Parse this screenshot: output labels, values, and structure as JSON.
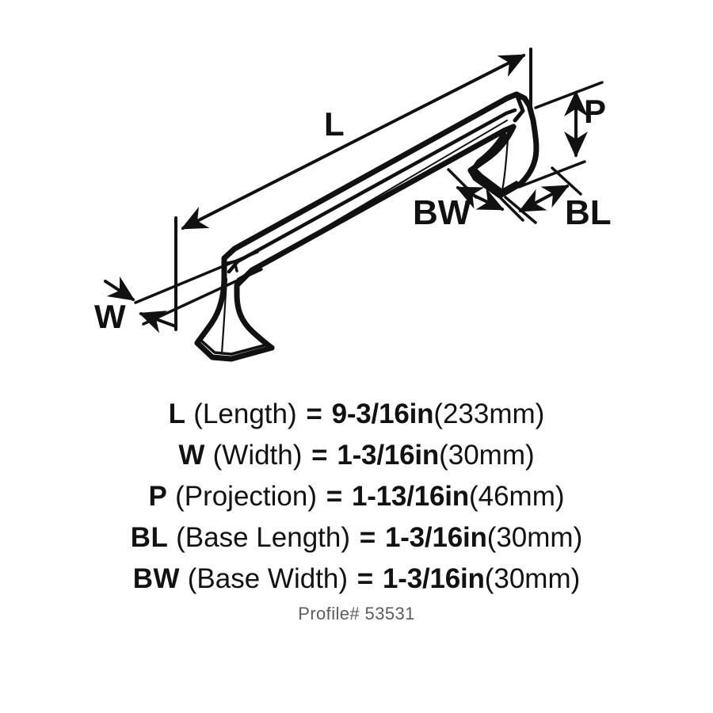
{
  "background_color": "#ffffff",
  "line_color": "#111111",
  "text_color": "#121212",
  "muted_text_color": "#5d5d5d",
  "drawing": {
    "subject": "cabinet-pull-handle",
    "view": "3d-perspective-line-drawing",
    "dimension_labels": {
      "length": "L",
      "width": "W",
      "projection": "P",
      "base_width": "BW",
      "base_length": "BL"
    }
  },
  "specs": [
    {
      "code": "L",
      "name": "(Length)",
      "equals": "=",
      "imperial": "9-3/16in",
      "metric": "(233mm)"
    },
    {
      "code": "W",
      "name": "(Width)",
      "equals": "=",
      "imperial": "1-3/16in",
      "metric": "(30mm)"
    },
    {
      "code": "P",
      "name": "(Projection)",
      "equals": "=",
      "imperial": "1-13/16in",
      "metric": "(46mm)"
    },
    {
      "code": "BL",
      "name": "(Base Length)",
      "equals": "=",
      "imperial": "1-3/16in",
      "metric": "(30mm)"
    },
    {
      "code": "BW",
      "name": "(Base Width)",
      "equals": "=",
      "imperial": "1-3/16in",
      "metric": "(30mm)"
    }
  ],
  "profile": {
    "label": "Profile# 53531"
  }
}
